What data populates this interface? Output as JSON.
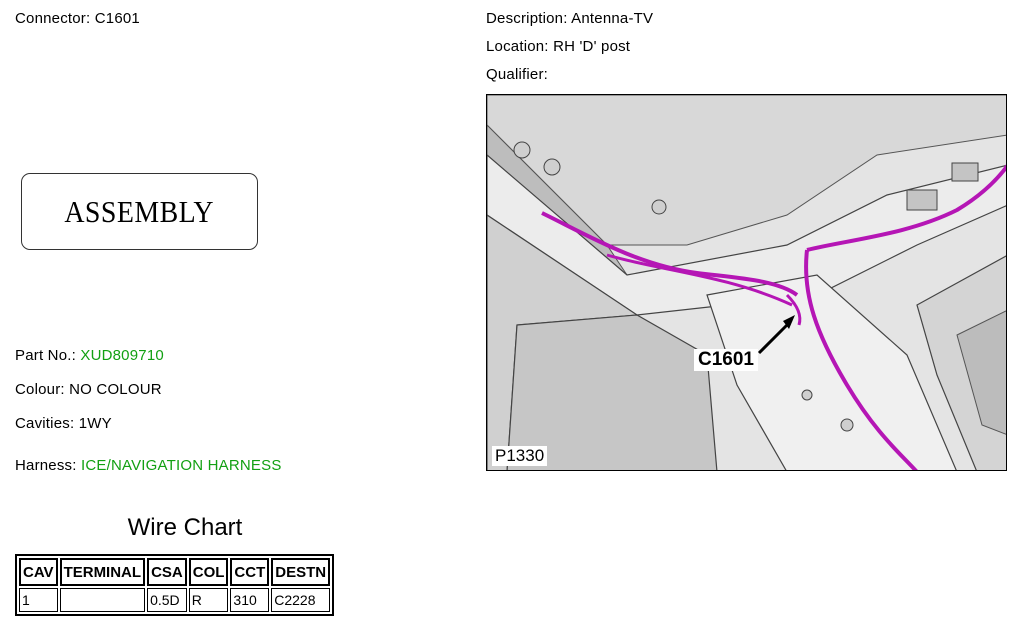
{
  "connector": {
    "label": "Connector:",
    "value": "C1601"
  },
  "description": {
    "label": "Description:",
    "value": "Antenna-TV"
  },
  "location": {
    "label": "Location:",
    "value": "RH 'D' post"
  },
  "qualifier": {
    "label": "Qualifier:",
    "value": ""
  },
  "assembly": {
    "text": "ASSEMBLY"
  },
  "part_no": {
    "label": "Part No.:",
    "value": "XUD809710"
  },
  "colour": {
    "label": "Colour:",
    "value": "NO COLOUR"
  },
  "cavities": {
    "label": "Cavities:",
    "value": "1WY"
  },
  "harness": {
    "label": "Harness:",
    "value": "ICE/NAVIGATION HARNESS"
  },
  "wire_chart": {
    "title": "Wire Chart",
    "headers": [
      "CAV",
      "TERMINAL",
      "CSA",
      "COL",
      "CCT",
      "DESTN"
    ],
    "rows": [
      [
        "1",
        "",
        "0.5D",
        "R",
        "310",
        "C2228"
      ]
    ]
  },
  "diagram": {
    "figure_label": "P1330",
    "callout_label": "C1601",
    "harness_color": "#b516b5"
  }
}
